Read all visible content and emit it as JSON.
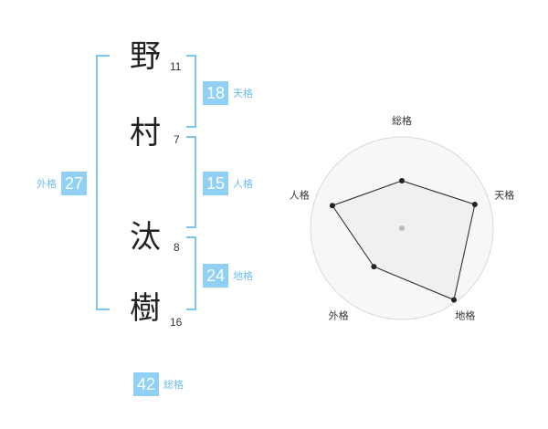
{
  "name": {
    "characters": [
      {
        "char": "野",
        "strokes": "11"
      },
      {
        "char": "村",
        "strokes": "7"
      },
      {
        "char": "汰",
        "strokes": "8"
      },
      {
        "char": "樹",
        "strokes": "16"
      }
    ]
  },
  "fortunes": {
    "tenkaku": {
      "label": "天格",
      "value": "18"
    },
    "jinkaku": {
      "label": "人格",
      "value": "15"
    },
    "chikaku": {
      "label": "地格",
      "value": "24"
    },
    "gaikaku": {
      "label": "外格",
      "value": "27"
    },
    "soukaku": {
      "label": "総格",
      "value": "42"
    }
  },
  "colors": {
    "accent": "#8fd0f4",
    "accent_text": "#6cc0ec",
    "bracket": "#7cc6ee"
  },
  "chart_data": {
    "type": "radar",
    "axes": [
      "総格",
      "天格",
      "地格",
      "外格",
      "人格"
    ],
    "values": [
      0.52,
      0.84,
      0.97,
      0.52,
      0.8
    ],
    "range": [
      0,
      1
    ],
    "rings": 4
  }
}
